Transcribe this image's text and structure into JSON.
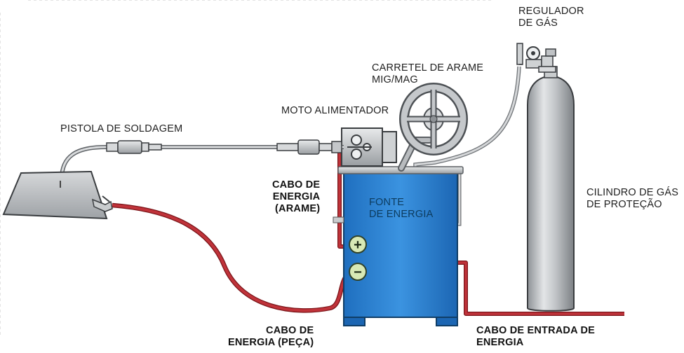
{
  "title": "",
  "labels": {
    "regulador": "REGULADOR\nDE GÁS",
    "carretel": "CARRETEL DE ARAME\nMIG/MAG",
    "moto": "MOTO ALIMENTADOR",
    "pistola": "PISTOLA DE SOLDAGEM",
    "cabo_arame": "CABO DE\nENERGIA\n(ARAME)",
    "fonte": "FONTE\nDE ENERGIA",
    "cilindro": "CILINDRO DE GÁS\nDE PROTEÇÃO",
    "cabo_peca": "CABO DE\nENERGIA (PEÇA)",
    "cabo_entrada": "CABO DE ENTRADA DE\nENERGIA"
  },
  "symbols": {
    "positive": "+",
    "negative": "−"
  },
  "colors": {
    "cable_red": "#b3262c",
    "power_source_blue": "#2a7fd0",
    "cylinder_grey": "#b4b8bc",
    "hose_grey": "#c9ccce",
    "terminal_green": "#d7e8b5"
  }
}
